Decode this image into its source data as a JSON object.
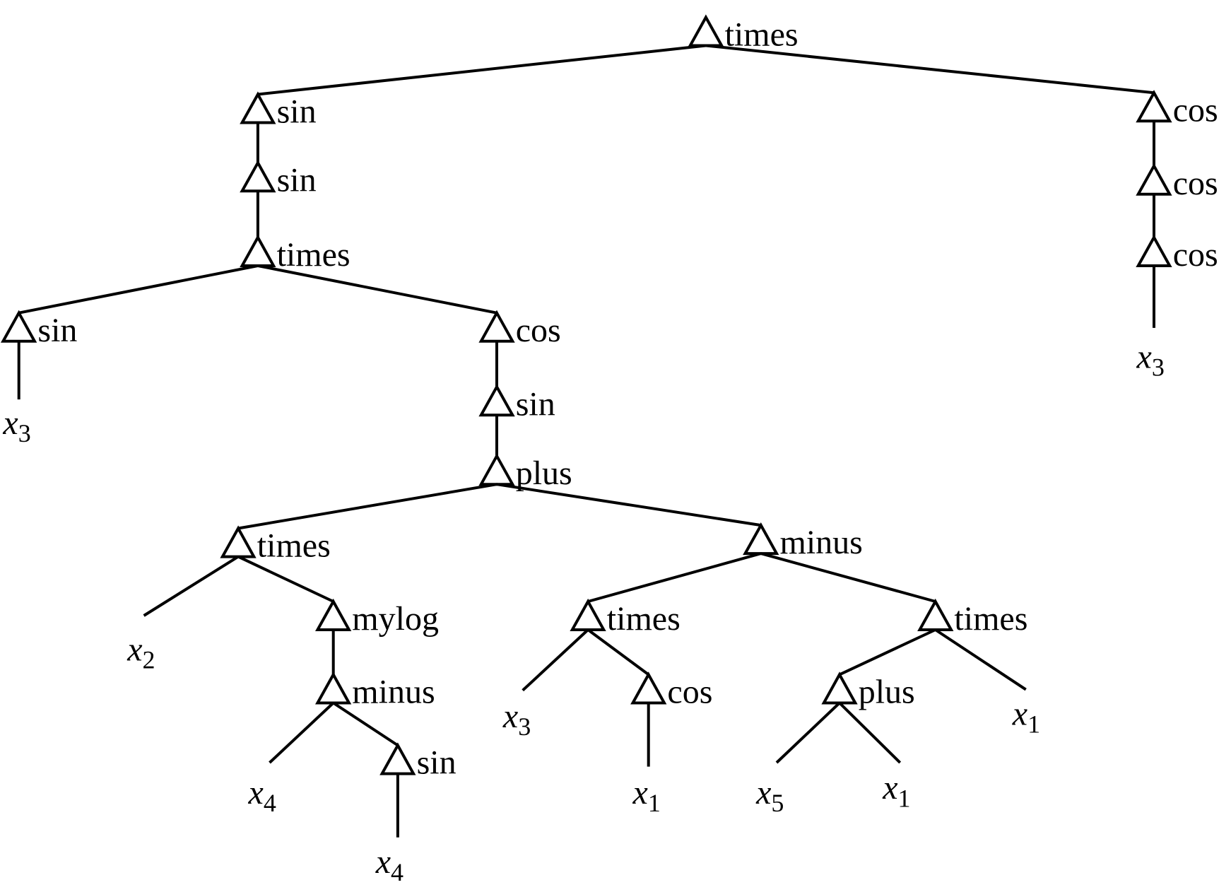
{
  "diagram": {
    "type": "expression-tree",
    "operators": [
      {
        "id": "n0",
        "label": "times"
      },
      {
        "id": "n1",
        "label": "sin"
      },
      {
        "id": "n2",
        "label": "sin"
      },
      {
        "id": "n3",
        "label": "times"
      },
      {
        "id": "n4",
        "label": "sin"
      },
      {
        "id": "n5",
        "label": "cos"
      },
      {
        "id": "n6",
        "label": "sin"
      },
      {
        "id": "n7",
        "label": "plus"
      },
      {
        "id": "n8",
        "label": "times"
      },
      {
        "id": "n9",
        "label": "mylog"
      },
      {
        "id": "n10",
        "label": "minus"
      },
      {
        "id": "n11",
        "label": "sin"
      },
      {
        "id": "n12",
        "label": "minus"
      },
      {
        "id": "n13",
        "label": "times"
      },
      {
        "id": "n14",
        "label": "cos"
      },
      {
        "id": "n15",
        "label": "times"
      },
      {
        "id": "n16",
        "label": "plus"
      },
      {
        "id": "n17",
        "label": "cos"
      },
      {
        "id": "n18",
        "label": "cos"
      },
      {
        "id": "n19",
        "label": "cos"
      }
    ],
    "leaves": [
      {
        "id": "l0",
        "var": "x",
        "sub": "3"
      },
      {
        "id": "l1",
        "var": "x",
        "sub": "2"
      },
      {
        "id": "l2",
        "var": "x",
        "sub": "4"
      },
      {
        "id": "l3",
        "var": "x",
        "sub": "4"
      },
      {
        "id": "l4",
        "var": "x",
        "sub": "3"
      },
      {
        "id": "l5",
        "var": "x",
        "sub": "1"
      },
      {
        "id": "l6",
        "var": "x",
        "sub": "5"
      },
      {
        "id": "l7",
        "var": "x",
        "sub": "1"
      },
      {
        "id": "l8",
        "var": "x",
        "sub": "1"
      },
      {
        "id": "l9",
        "var": "x",
        "sub": "3"
      }
    ],
    "edges": [
      [
        "n0",
        "n1"
      ],
      [
        "n0",
        "n17"
      ],
      [
        "n1",
        "n2"
      ],
      [
        "n2",
        "n3"
      ],
      [
        "n3",
        "n4"
      ],
      [
        "n3",
        "n5"
      ],
      [
        "n4",
        "l0"
      ],
      [
        "n5",
        "n6"
      ],
      [
        "n6",
        "n7"
      ],
      [
        "n7",
        "n8"
      ],
      [
        "n7",
        "n12"
      ],
      [
        "n8",
        "l1"
      ],
      [
        "n8",
        "n9"
      ],
      [
        "n9",
        "n10"
      ],
      [
        "n10",
        "l2"
      ],
      [
        "n10",
        "n11"
      ],
      [
        "n11",
        "l3"
      ],
      [
        "n12",
        "n13"
      ],
      [
        "n12",
        "n15"
      ],
      [
        "n13",
        "l4"
      ],
      [
        "n13",
        "n14"
      ],
      [
        "n14",
        "l5"
      ],
      [
        "n15",
        "n16"
      ],
      [
        "n15",
        "l8"
      ],
      [
        "n16",
        "l6"
      ],
      [
        "n16",
        "l7"
      ],
      [
        "n17",
        "n18"
      ],
      [
        "n18",
        "n19"
      ],
      [
        "n19",
        "l9"
      ]
    ]
  }
}
